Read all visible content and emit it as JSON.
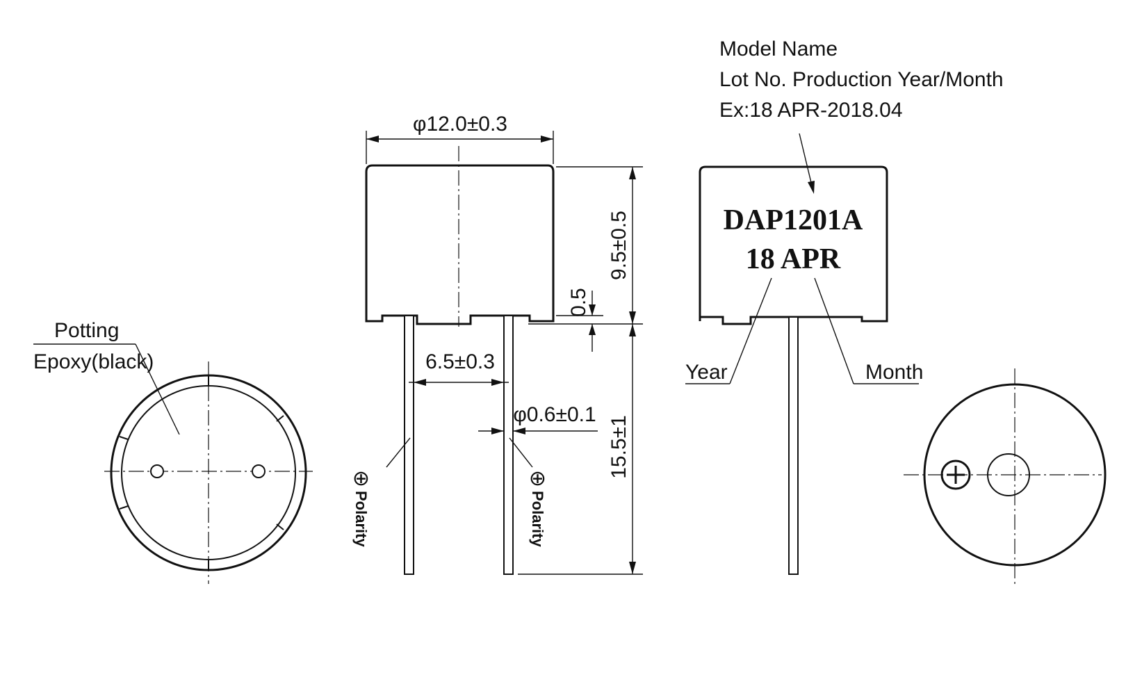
{
  "labels": {
    "potting": "Potting",
    "epoxy": "Epoxy(black)",
    "dia_body": "φ12.0±0.3",
    "height_body": "9.5±0.5",
    "standoff": "0.5",
    "pitch": "6.5±0.3",
    "pin_dia": "φ0.6±0.1",
    "lead_len": "15.5±1",
    "polarity": "Polarity",
    "polarity_symbol": "⊕",
    "model_name": "Model Name",
    "lot_no": "Lot No. Production Year/Month",
    "example": "Ex:18 APR-2018.04",
    "marking_model": "DAP1201A",
    "marking_date": "18 APR",
    "year": "Year",
    "month": "Month"
  }
}
